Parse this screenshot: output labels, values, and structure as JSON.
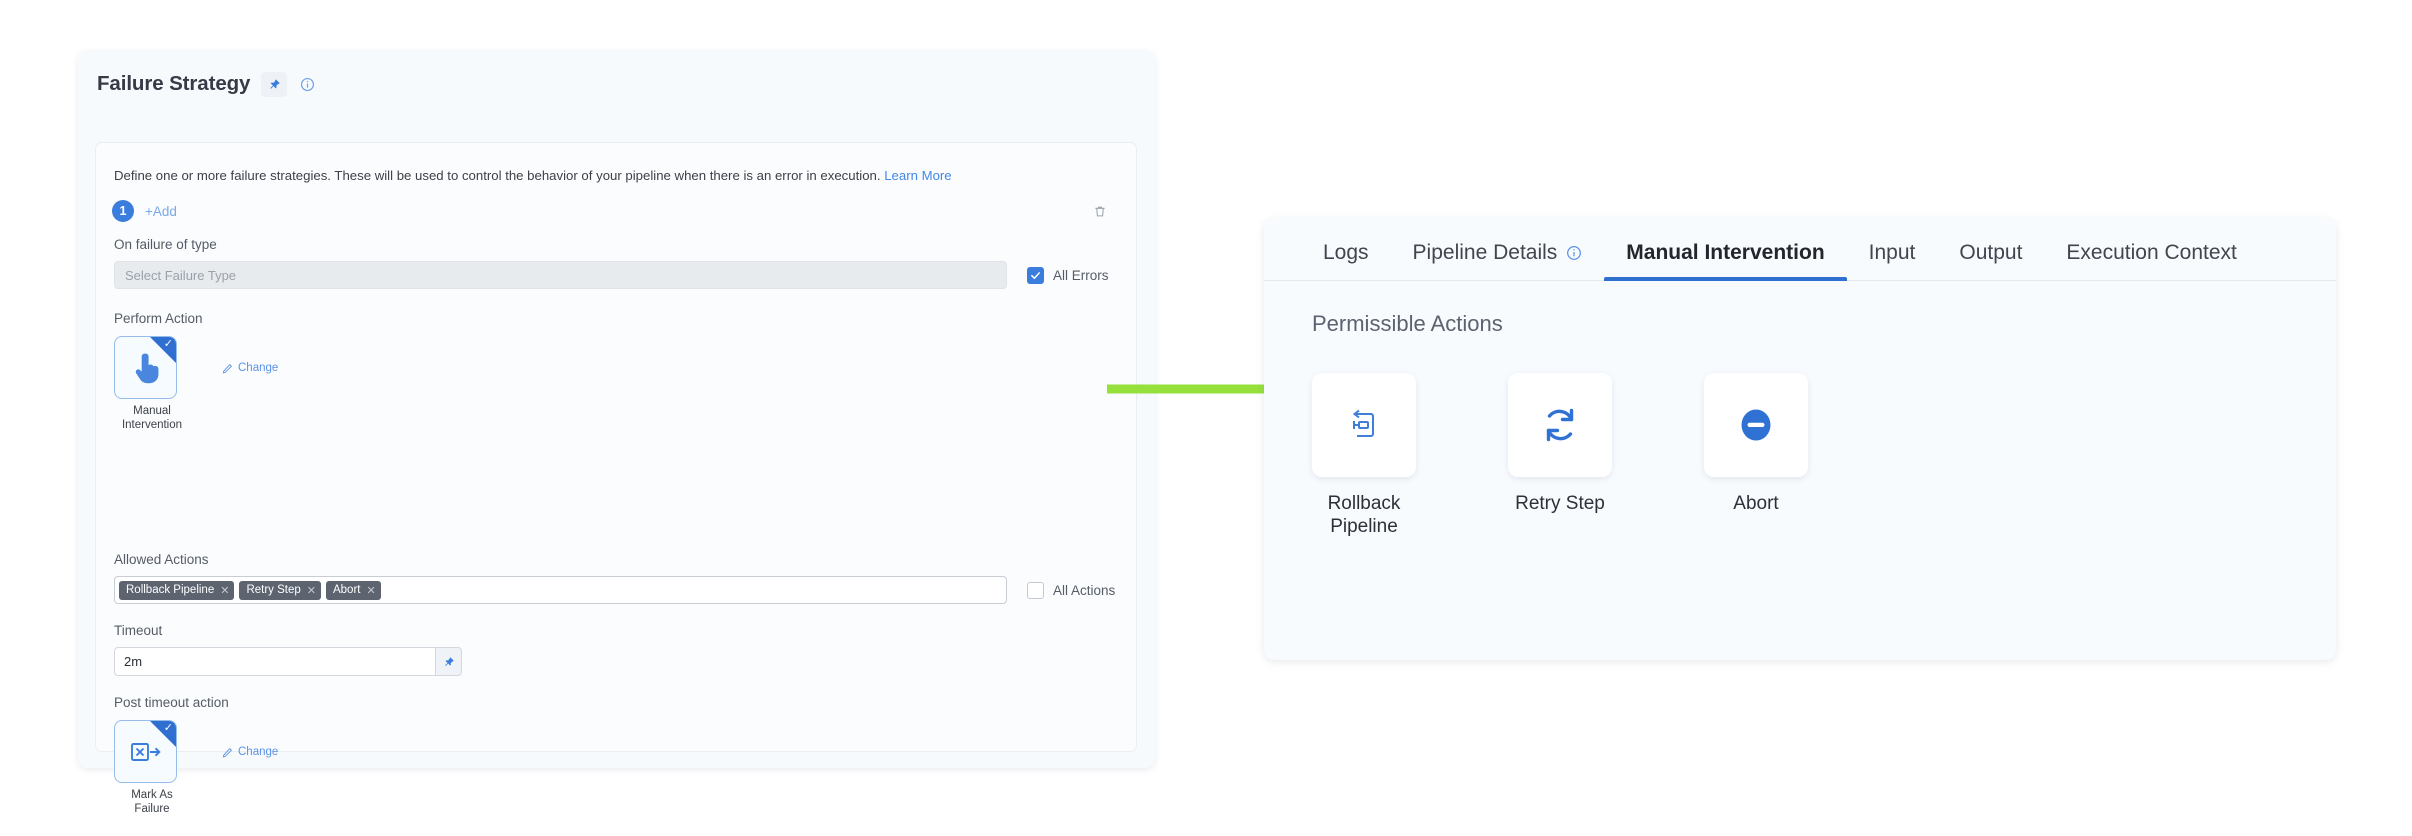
{
  "left_card": {
    "title": "Failure Strategy",
    "pin_icon": "pin-icon",
    "info_icon": "info-circle-icon",
    "description": "Define one or more failure strategies. These will be used to control the behavior of your pipeline when there is an error in execution.",
    "learn_more": "Learn More",
    "strategy_number": "1",
    "add_label": "+Add",
    "delete_icon": "trash-icon",
    "fields": {
      "on_failure_of_type": {
        "label": "On failure of type",
        "placeholder": "Select Failure Type",
        "value": "",
        "checkbox_label": "All Errors",
        "checkbox_checked": true
      },
      "perform_action": {
        "label": "Perform Action",
        "tile_caption": "Manual Intervention",
        "tile_icon": "pointing-hand-icon",
        "selected": true,
        "change_label": "Change"
      },
      "allowed_actions": {
        "label": "Allowed Actions",
        "tags": [
          "Rollback Pipeline",
          "Retry Step",
          "Abort"
        ],
        "checkbox_label": "All Actions",
        "checkbox_checked": false
      },
      "timeout": {
        "label": "Timeout",
        "value": "2m",
        "pin_icon": "pin-icon"
      },
      "post_timeout_action": {
        "label": "Post timeout action",
        "tile_caption": "Mark As Failure",
        "tile_icon": "mark-as-failure-icon",
        "selected": true,
        "change_label": "Change"
      }
    }
  },
  "right_panel": {
    "tabs": [
      {
        "label": "Logs",
        "active": false,
        "has_info_icon": false
      },
      {
        "label": "Pipeline Details",
        "active": false,
        "has_info_icon": true
      },
      {
        "label": "Manual Intervention",
        "active": true,
        "has_info_icon": false
      },
      {
        "label": "Input",
        "active": false,
        "has_info_icon": false
      },
      {
        "label": "Output",
        "active": false,
        "has_info_icon": false
      },
      {
        "label": "Execution Context",
        "active": false,
        "has_info_icon": false
      }
    ],
    "section_title": "Permissible Actions",
    "actions": [
      {
        "label": "Rollback Pipeline",
        "icon": "rollback-pipeline-icon"
      },
      {
        "label": "Retry Step",
        "icon": "retry-refresh-icon"
      },
      {
        "label": "Abort",
        "icon": "abort-minus-circle-icon"
      }
    ]
  },
  "annotation": {
    "arrow_icon": "green-arrow-right",
    "arrow_color": "#96e03c"
  },
  "colors": {
    "accent_blue": "#2f6fd0",
    "link_blue": "#4288e8",
    "tag_gray": "#5d6470",
    "arrow_green": "#96e03c"
  }
}
